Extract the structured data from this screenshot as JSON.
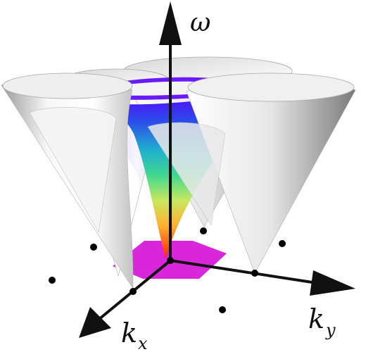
{
  "axes": {
    "omega_label": "ω",
    "kx_label": "k",
    "kx_subscript": "x",
    "ky_label": "k",
    "ky_subscript": "y"
  },
  "colors": {
    "cone_light": "#f7f7f7",
    "cone_dark": "#8a8a8a",
    "brillouin_zone": "#d400d4",
    "lattice_point": "#000000",
    "axis": "#111111",
    "dispersion_top": "#6a00ff",
    "dispersion_mid": "#2fd0a0",
    "dispersion_low": "#ffd040",
    "dispersion_bottom": "#ff2a00"
  }
}
